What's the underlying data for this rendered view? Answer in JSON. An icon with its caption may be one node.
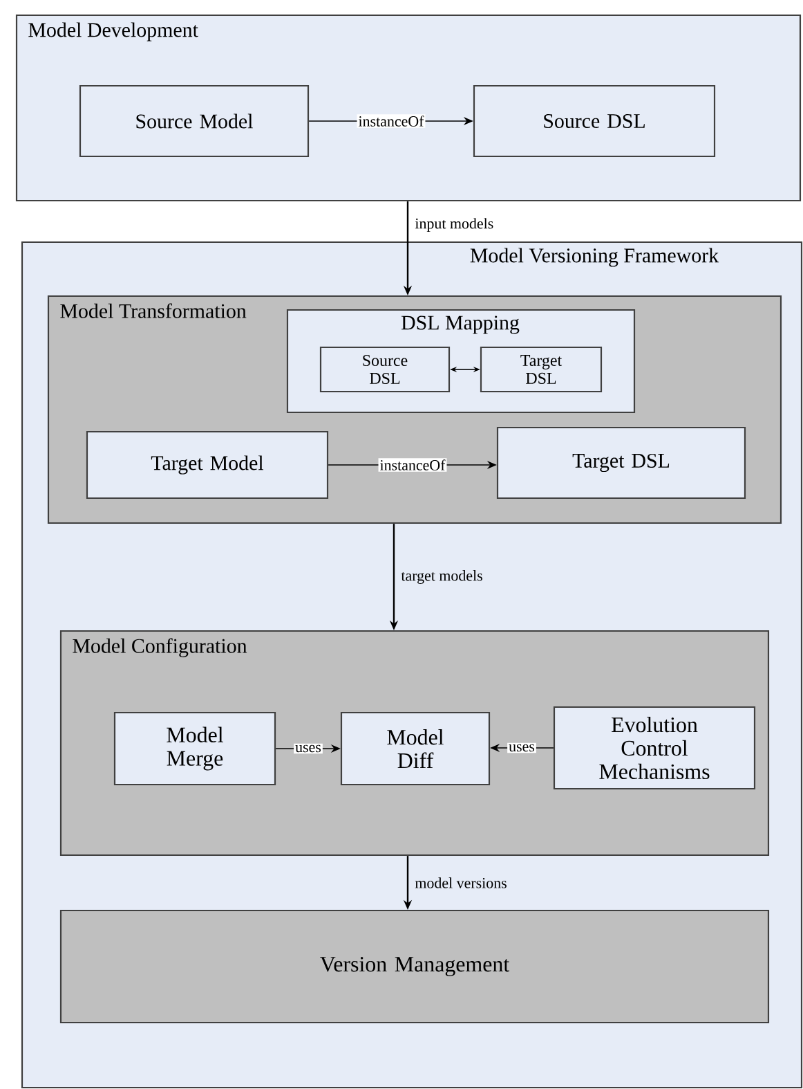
{
  "diagram": {
    "nodes": [
      {
        "text": [
          "Model Development"
        ]
      },
      {
        "text": [
          "Source Model"
        ],
        "in": 0
      },
      {
        "text": [
          "Source DSL"
        ],
        "in": 0
      },
      {
        "text": [
          "Model Versioning Framework"
        ]
      },
      {
        "text": [
          "Model Transformation"
        ],
        "in": 3
      },
      {
        "text": [
          "DSL Mapping"
        ],
        "in": 4
      },
      {
        "text": [
          "Source DSL"
        ],
        "in": 5
      },
      {
        "text": [
          "Target DSL"
        ],
        "in": 5
      },
      {
        "text": [
          "Target Model"
        ],
        "in": 4
      },
      {
        "text": [
          "Target DSL"
        ],
        "in": 4
      },
      {
        "text": [
          "Model Configuration"
        ],
        "in": 3
      },
      {
        "text": [
          "Model Merge"
        ],
        "in": 10
      },
      {
        "text": [
          "Model Diff"
        ],
        "in": 10
      },
      {
        "text": [
          "Evolution Control Mechanisms"
        ],
        "in": 10
      },
      {
        "text": [
          "Version Management"
        ],
        "in": 3
      }
    ],
    "edges": [
      {
        "from": 1,
        "to": 2,
        "arrow": "to",
        "label": "instanceOf"
      },
      {
        "from": 6,
        "to": 7,
        "arrow": "both"
      },
      {
        "from": 8,
        "to": 9,
        "arrow": "to",
        "label": "instanceOf"
      },
      {
        "from": 0,
        "to": 4,
        "arrow": "to",
        "label": "input models"
      },
      {
        "from": 4,
        "to": 10,
        "arrow": "to",
        "label": "target models"
      },
      {
        "from": 11,
        "to": 12,
        "arrow": "to",
        "label": "uses"
      },
      {
        "from": 13,
        "to": 12,
        "arrow": "to",
        "label": "uses"
      },
      {
        "from": 10,
        "to": 14,
        "arrow": "to",
        "label": "model versions"
      }
    ]
  }
}
